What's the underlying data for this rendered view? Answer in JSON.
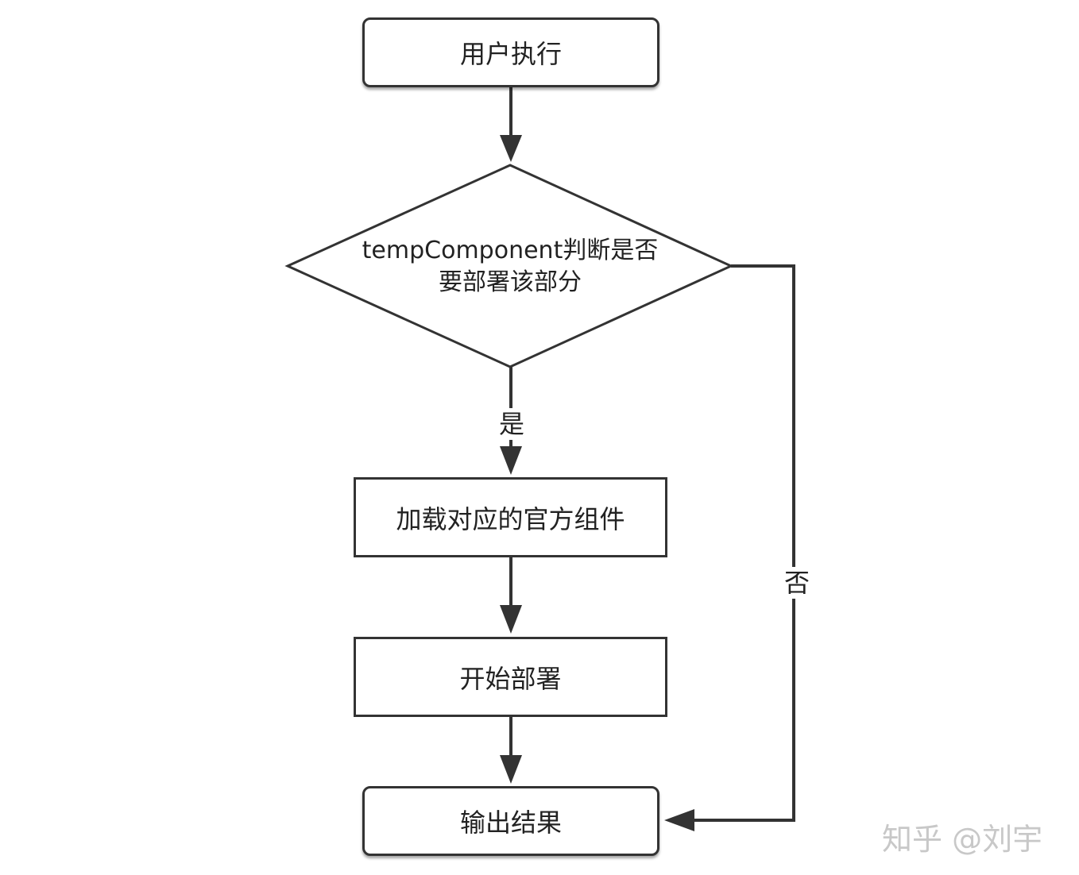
{
  "nodes": {
    "start": "用户执行",
    "decision_line1": "tempComponent判断是否",
    "decision_line2": "要部署该部分",
    "load": "加载对应的官方组件",
    "deploy": "开始部署",
    "output": "输出结果"
  },
  "edges": {
    "yes_label": "是",
    "no_label": "否"
  },
  "watermark": "知乎 @刘宇",
  "colors": {
    "stroke": "#333333",
    "text": "#222222",
    "watermark": "#c8c8c8"
  }
}
